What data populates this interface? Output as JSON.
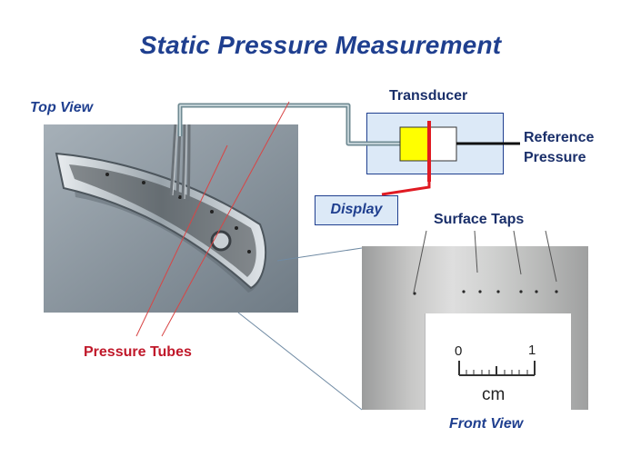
{
  "title": "Static  Pressure Measurement",
  "labels": {
    "top_view": "Top View",
    "transducer": "Transducer",
    "reference": "Reference",
    "pressure": "Pressure",
    "display": "Display",
    "surface_taps": "Surface  Taps",
    "pressure_tubes": "Pressure  Tubes",
    "front_view": "Front View",
    "scale_zero": "0",
    "scale_one": "1",
    "scale_unit": "cm"
  },
  "colors": {
    "title": "#1f3f8f",
    "tube_line": "#6f8a92",
    "red": "#e01a22",
    "yellow": "#ffff00",
    "box_fill": "#dce9f7"
  }
}
